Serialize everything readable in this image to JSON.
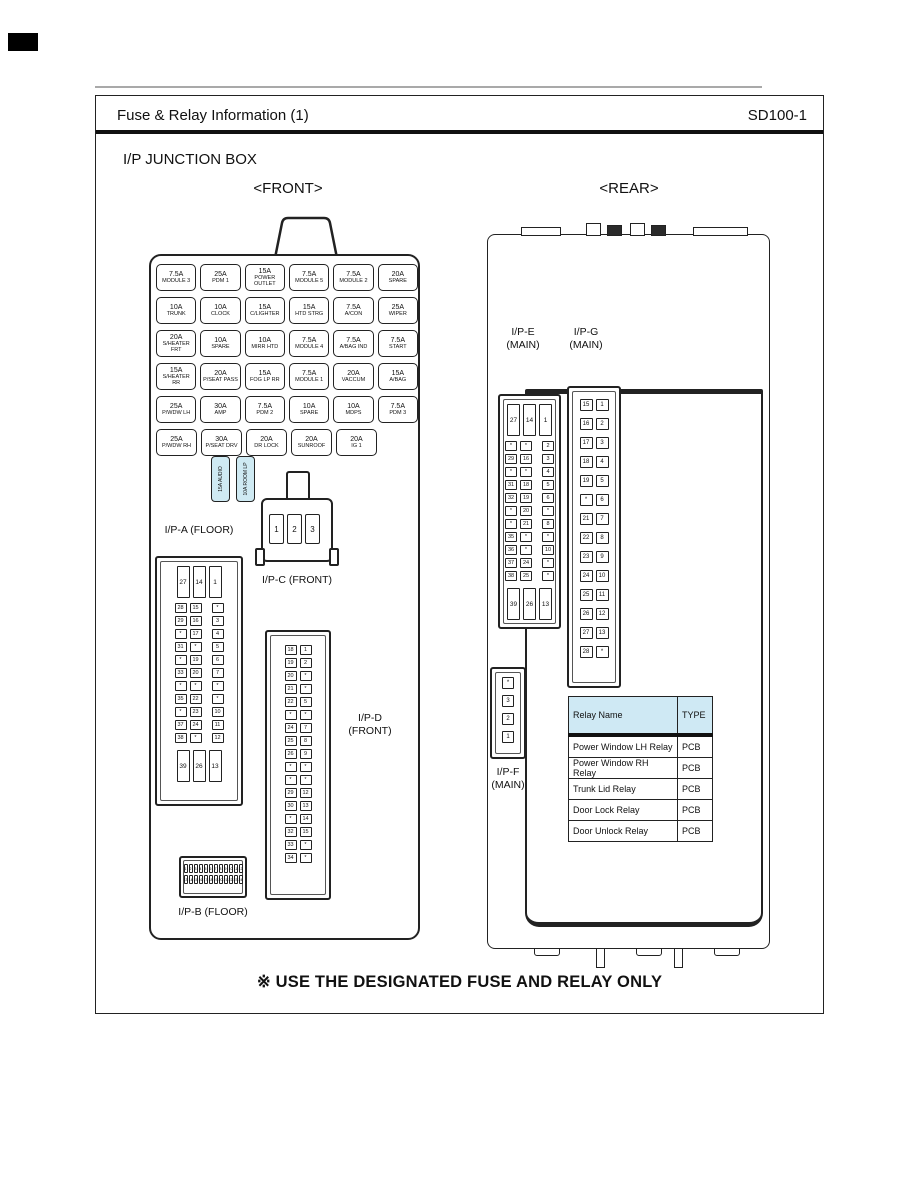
{
  "page": {
    "header": {
      "title": "Fuse & Relay Information (1)",
      "code": "SD100-1"
    },
    "section_title": "I/P JUNCTION BOX",
    "footer_note": "※ USE THE DESIGNATED FUSE AND RELAY ONLY"
  },
  "colors": {
    "mini_fuse_blue": "#cfeaf3",
    "table_header_blue": "#cfe9f4",
    "line_black": "#222222"
  },
  "front": {
    "view_label": "<FRONT>",
    "fuse_rows": [
      [
        {
          "amp": "7.5A",
          "name": "MODULE 3"
        },
        {
          "amp": "25A",
          "name": "PDM 1"
        },
        {
          "amp": "15A",
          "name": "POWER OUTLET"
        },
        {
          "amp": "7.5A",
          "name": "MODULE 5"
        },
        {
          "amp": "7.5A",
          "name": "MODULE 2"
        },
        {
          "amp": "20A",
          "name": "SPARE"
        }
      ],
      [
        {
          "amp": "10A",
          "name": "TRUNK"
        },
        {
          "amp": "10A",
          "name": "CLOCK"
        },
        {
          "amp": "15A",
          "name": "C/LIGHTER"
        },
        {
          "amp": "15A",
          "name": "HTD STRG"
        },
        {
          "amp": "7.5A",
          "name": "A/CON"
        },
        {
          "amp": "25A",
          "name": "WIPER"
        }
      ],
      [
        {
          "amp": "20A",
          "name": "S/HEATER FRT"
        },
        {
          "amp": "10A",
          "name": "SPARE"
        },
        {
          "amp": "10A",
          "name": "MIRR HTD"
        },
        {
          "amp": "7.5A",
          "name": "MODULE 4"
        },
        {
          "amp": "7.5A",
          "name": "A/BAG IND"
        },
        {
          "amp": "7.5A",
          "name": "START"
        }
      ],
      [
        {
          "amp": "15A",
          "name": "S/HEATER RR"
        },
        {
          "amp": "20A",
          "name": "P/SEAT PASS"
        },
        {
          "amp": "15A",
          "name": "FOG LP RR"
        },
        {
          "amp": "7.5A",
          "name": "MODULE 1"
        },
        {
          "amp": "20A",
          "name": "VACCUM"
        },
        {
          "amp": "15A",
          "name": "A/BAG"
        }
      ],
      [
        {
          "amp": "25A",
          "name": "P/WDW LH"
        },
        {
          "amp": "30A",
          "name": "AMP"
        },
        {
          "amp": "7.5A",
          "name": "PDM 2"
        },
        {
          "amp": "10A",
          "name": "SPARE"
        },
        {
          "amp": "10A",
          "name": "MDPS"
        },
        {
          "amp": "7.5A",
          "name": "PDM 3"
        }
      ],
      [
        {
          "amp": "25A",
          "name": "P/WDW RH"
        },
        {
          "amp": "30A",
          "name": "P/SEAT DRV"
        },
        {
          "amp": "20A",
          "name": "DR LOCK"
        },
        {
          "amp": "20A",
          "name": "SUNROOF"
        },
        {
          "amp": "20A",
          "name": "IG 1"
        }
      ]
    ],
    "mini_fuses": [
      {
        "amp": "15A",
        "name": "AUDIO"
      },
      {
        "amp": "10A",
        "name": "ROOM LP"
      }
    ],
    "connectors": {
      "ipa": {
        "label": "I/P-A (FLOOR)",
        "top": [
          "27",
          "14",
          "1"
        ],
        "grid": [
          [
            "28",
            "15",
            "*"
          ],
          [
            "29",
            "16",
            "3"
          ],
          [
            "*",
            "17",
            "4"
          ],
          [
            "31",
            "*",
            "5"
          ],
          [
            "*",
            "19",
            "6"
          ],
          [
            "33",
            "20",
            "7"
          ],
          [
            "*",
            "*",
            "*"
          ],
          [
            "35",
            "22",
            "*"
          ],
          [
            "*",
            "23",
            "10"
          ],
          [
            "37",
            "24",
            "11"
          ],
          [
            "38",
            "*",
            "12"
          ]
        ],
        "bottom": [
          "39",
          "26",
          "13"
        ]
      },
      "ipb": {
        "label": "I/P-B (FLOOR)",
        "rows": [
          [
            "1",
            "2",
            "3",
            "4",
            "5",
            "6",
            "7",
            "8",
            "9",
            "10",
            "11",
            "12"
          ],
          [
            "13",
            "14",
            "15",
            "16",
            "17",
            "18",
            "19",
            "20",
            "21",
            "22",
            "23",
            "24"
          ]
        ]
      },
      "ipc": {
        "label": "I/P-C (FRONT)",
        "pins": [
          "1",
          "2",
          "3"
        ]
      },
      "ipd": {
        "label": "I/P-D\n(FRONT)",
        "grid": [
          [
            "18",
            "1"
          ],
          [
            "19",
            "2"
          ],
          [
            "20",
            "*"
          ],
          [
            "21",
            "*"
          ],
          [
            "22",
            "5"
          ],
          [
            "*",
            "*"
          ],
          [
            "24",
            "7"
          ],
          [
            "25",
            "8"
          ],
          [
            "26",
            "9"
          ],
          [
            "*",
            "*"
          ],
          [
            "*",
            "*"
          ],
          [
            "29",
            "12"
          ],
          [
            "30",
            "13"
          ],
          [
            "*",
            "14"
          ],
          [
            "32",
            "15"
          ],
          [
            "33",
            "*"
          ],
          [
            "34",
            "*"
          ]
        ]
      }
    }
  },
  "rear": {
    "view_label": "<REAR>",
    "ipe": {
      "label": "I/P-E\n(MAIN)",
      "top": [
        "27",
        "14",
        "1"
      ],
      "grid": [
        [
          "*",
          "*",
          "2"
        ],
        [
          "29",
          "16",
          "3"
        ],
        [
          "*",
          "*",
          "4"
        ],
        [
          "31",
          "18",
          "5"
        ],
        [
          "32",
          "19",
          "6"
        ],
        [
          "*",
          "20",
          "*"
        ],
        [
          "*",
          "21",
          "8"
        ],
        [
          "35",
          "*",
          "*"
        ],
        [
          "36",
          "*",
          "10"
        ],
        [
          "37",
          "24",
          "*"
        ],
        [
          "38",
          "25",
          "*"
        ]
      ],
      "bottom": [
        "39",
        "26",
        "13"
      ]
    },
    "ipg": {
      "label": "I/P-G\n(MAIN)",
      "grid": [
        [
          "15",
          "1"
        ],
        [
          "16",
          "2"
        ],
        [
          "17",
          "3"
        ],
        [
          "18",
          "4"
        ],
        [
          "19",
          "5"
        ],
        [
          "*",
          "6"
        ],
        [
          "21",
          "7"
        ],
        [
          "22",
          "8"
        ],
        [
          "23",
          "9"
        ],
        [
          "24",
          "10"
        ],
        [
          "25",
          "11"
        ],
        [
          "26",
          "12"
        ],
        [
          "27",
          "13"
        ],
        [
          "28",
          "*"
        ]
      ]
    },
    "ipf": {
      "label": "I/P-F\n(MAIN)",
      "pins": [
        "*",
        "3",
        "2",
        "1"
      ]
    },
    "relay_table": {
      "headers": [
        "Relay Name",
        "TYPE"
      ],
      "rows": [
        [
          "Power Window LH Relay",
          "PCB"
        ],
        [
          "Power Window RH Relay",
          "PCB"
        ],
        [
          "Trunk Lid Relay",
          "PCB"
        ],
        [
          "Door Lock Relay",
          "PCB"
        ],
        [
          "Door Unlock Relay",
          "PCB"
        ]
      ]
    }
  }
}
